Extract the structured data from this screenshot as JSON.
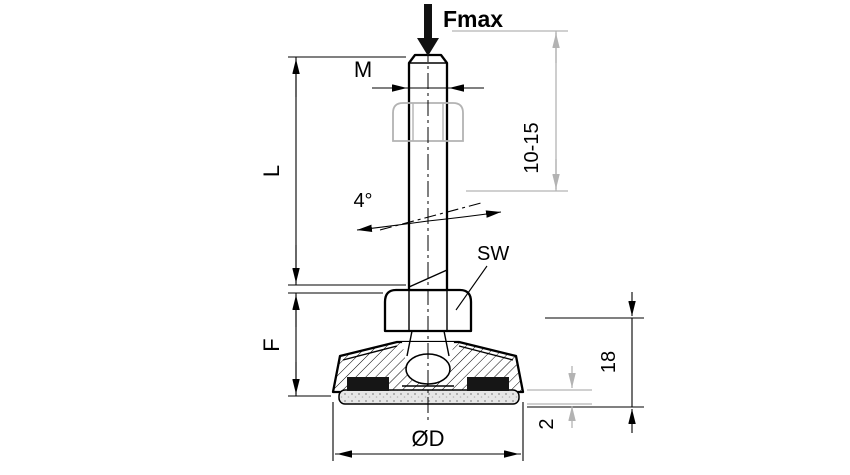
{
  "drawing": {
    "type": "technical-drawing-leveling-foot",
    "labels": {
      "force": "Fmax",
      "thread_size": "M",
      "stud_length": "L",
      "tilt_angle": "4°",
      "wrench_size": "SW",
      "foot_height": "F",
      "thread_engagement": "10-15",
      "base_height": "18",
      "pad_thickness": "2",
      "base_diameter": "ØD"
    },
    "colors": {
      "line": "#000000",
      "phantom": "#b3b3b3",
      "pad_fill": "#e6e6e6",
      "pad_speckle": "#9f9f9f",
      "rubber_section": "#161616",
      "background": "#ffffff"
    }
  }
}
